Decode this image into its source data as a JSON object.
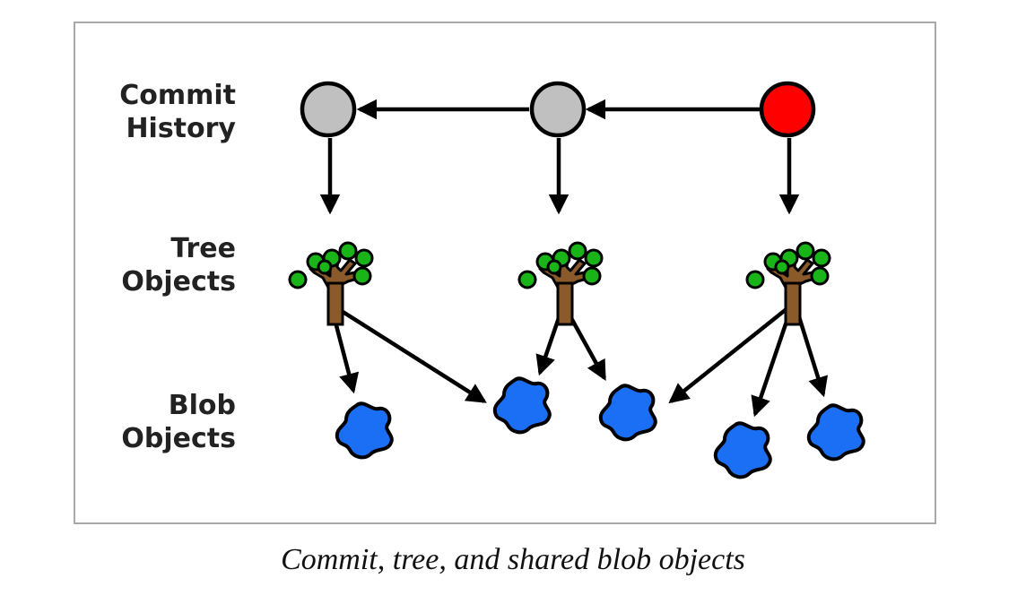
{
  "labels": {
    "commit": [
      "Commit",
      "History"
    ],
    "tree": [
      "Tree",
      "Objects"
    ],
    "blob": [
      "Blob",
      "Objects"
    ]
  },
  "caption": "Commit, tree, and shared blob objects",
  "colors": {
    "commit_old": "#c0c0c0",
    "commit_head": "#ff0000",
    "blob": "#1a6ff5",
    "leaf": "#18b418",
    "trunk": "#8a5a2b",
    "frame": "#a9a9a9"
  },
  "icons": [
    "commit-node-icon",
    "tree-object-icon",
    "blob-object-icon"
  ]
}
